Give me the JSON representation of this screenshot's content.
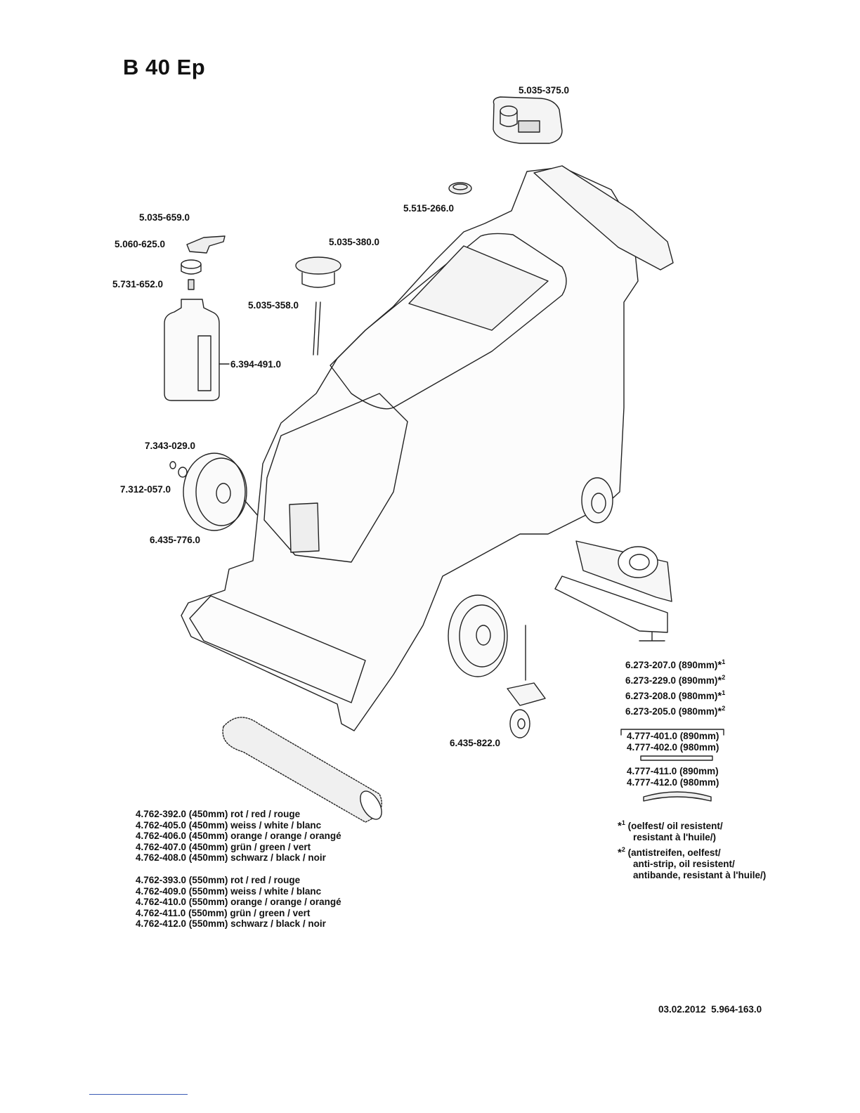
{
  "title": "B 40 Ep",
  "parts": {
    "tank_lid": "5.035-375.0",
    "filter": "5.515-266.0",
    "clip": "5.035-659.0",
    "cap": "5.060-625.0",
    "valve": "5.731-652.0",
    "bottle": "6.394-491.0",
    "lid_cap": "5.035-380.0",
    "dipstick": "5.035-358.0",
    "retaining_ring": "7.343-029.0",
    "washer": "7.312-057.0",
    "wheel": "6.435-776.0",
    "castor": "6.435-822.0"
  },
  "squeegee_lips": [
    {
      "code": "6.273-207.0 (890mm)",
      "mark": "1"
    },
    {
      "code": "6.273-229.0 (890mm)",
      "mark": "2"
    },
    {
      "code": "6.273-208.0 (980mm)",
      "mark": "1"
    },
    {
      "code": "6.273-205.0 (980mm)",
      "mark": "2"
    }
  ],
  "squeegee_a": [
    "4.777-401.0 (890mm)",
    "4.777-402.0 (980mm)"
  ],
  "squeegee_b": [
    "4.777-411.0 (890mm)",
    "4.777-412.0 (980mm)"
  ],
  "brushes_450": [
    "4.762-392.0 (450mm) rot / red / rouge",
    "4.762-405.0 (450mm) weiss / white / blanc",
    "4.762-406.0 (450mm) orange / orange / orangé",
    "4.762-407.0 (450mm) grün / green / vert",
    "4.762-408.0 (450mm) schwarz / black / noir"
  ],
  "brushes_550": [
    "4.762-393.0 (550mm) rot / red / rouge",
    "4.762-409.0 (550mm) weiss / white / blanc",
    "4.762-410.0 (550mm) orange / orange / orangé",
    "4.762-411.0 (550mm) grün / green / vert",
    "4.762-412.0 (550mm) schwarz / black / noir"
  ],
  "notes": {
    "mark": "*",
    "note1_sup": "1",
    "note1_line1": "(oelfest/ oil resistent/",
    "note1_line2": "resistant à l'huile/)",
    "note2_sup": "2",
    "note2_line1": "(antistreifen, oelfest/",
    "note2_line2": "anti-strip, oil resistent/",
    "note2_line3": "antibande, resistant à l'huile/)"
  },
  "footer": {
    "date": "03.02.2012",
    "doc_number": "5.964-163.0"
  }
}
